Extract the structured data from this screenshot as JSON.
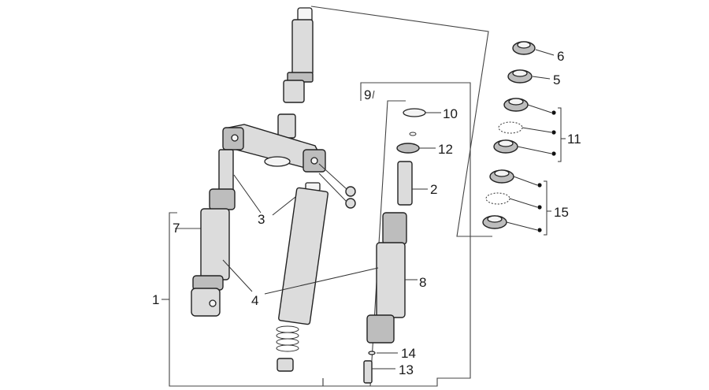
{
  "callouts": [
    {
      "id": "1",
      "text": "1"
    },
    {
      "id": "2",
      "text": "2"
    },
    {
      "id": "3",
      "text": "3"
    },
    {
      "id": "4",
      "text": "4"
    },
    {
      "id": "5",
      "text": "5"
    },
    {
      "id": "6",
      "text": "6"
    },
    {
      "id": "7",
      "text": "7"
    },
    {
      "id": "8",
      "text": "8"
    },
    {
      "id": "9",
      "text": "9"
    },
    {
      "id": "10",
      "text": "10"
    },
    {
      "id": "11",
      "text": "11"
    },
    {
      "id": "12",
      "text": "12"
    },
    {
      "id": "13",
      "text": "13"
    },
    {
      "id": "14",
      "text": "14"
    },
    {
      "id": "15",
      "text": "15"
    }
  ],
  "colors": {
    "line": "#222222",
    "fill": "#dcdcdc",
    "background": "#ffffff"
  }
}
